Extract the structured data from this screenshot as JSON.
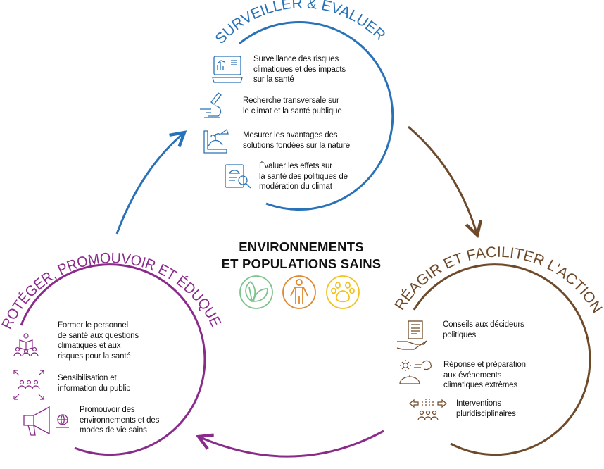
{
  "center": {
    "title_line1": "ENVIRONNEMENTS",
    "title_line2": "ET POPULATIONS SAINS",
    "icons": [
      "leaf-icon",
      "person-icon",
      "paw-icon"
    ]
  },
  "colors": {
    "monitor": "#2a72b8",
    "respond": "#6e4a2a",
    "protect": "#8a2b8c",
    "environment": "#7cc48b",
    "people": "#e0892f",
    "animals": "#f4c21c"
  },
  "monitor": {
    "title": "SURVEILLER & ÉVALUER",
    "items": [
      {
        "icon": "monitor-chart-icon",
        "lines": [
          "Surveillance des risques",
          "climatiques et des impacts",
          "sur la santé"
        ]
      },
      {
        "icon": "microscope-icon",
        "lines": [
          "Recherche transversale sur",
          "le climat et la santé publique"
        ]
      },
      {
        "icon": "ruler-plant-icon",
        "lines": [
          "Mesurer les avantages des",
          "solutions fondées sur la nature"
        ]
      },
      {
        "icon": "document-magnifier-icon",
        "lines": [
          "Évaluer les effets sur",
          "la santé des politiques de",
          "modération du climat"
        ]
      }
    ]
  },
  "respond": {
    "title": "RÉAGIR ET FACILITER L'ACTION",
    "items": [
      {
        "icon": "hand-document-icon",
        "lines": [
          "Conseils aux décideurs",
          "politiques"
        ]
      },
      {
        "icon": "weather-umbrella-icon",
        "lines": [
          "Réponse et préparation",
          "aux événements",
          "climatiques extrêmes"
        ]
      },
      {
        "icon": "team-arrows-icon",
        "lines": [
          "Interventions",
          "pluridisciplinaires"
        ]
      }
    ]
  },
  "protect": {
    "title": "PROTÉGER, PROMOUVOIR ET ÉDUQUER",
    "items": [
      {
        "icon": "teaching-group-icon",
        "lines": [
          "Former le personnel",
          "de santé aux questions",
          "climatiques et aux",
          "risques pour la santé"
        ]
      },
      {
        "icon": "public-awareness-icon",
        "lines": [
          "Sensibilisation et",
          "information du public"
        ]
      },
      {
        "icon": "megaphone-globe-icon",
        "lines": [
          "Promouvoir des",
          "environnements et des",
          "modes de vie sains"
        ]
      }
    ]
  }
}
